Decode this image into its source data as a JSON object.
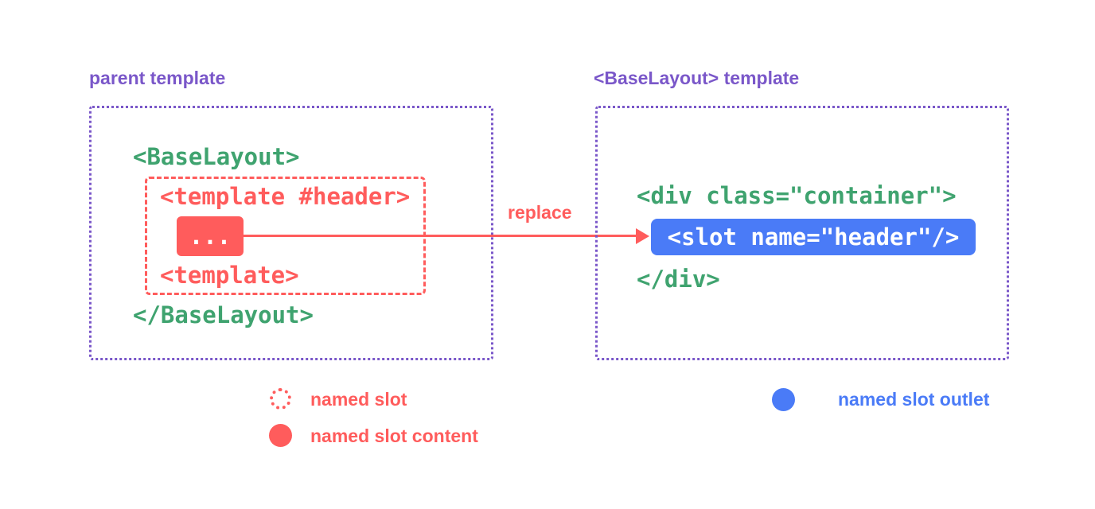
{
  "colors": {
    "purple": "#7a57c9",
    "green": "#3fa36f",
    "red": "#ff5c5c",
    "blue": "#4a7bf7",
    "white": "#ffffff"
  },
  "left_panel": {
    "title": "parent template",
    "code": {
      "open_tag": "<BaseLayout>",
      "template_open": "<template #header>",
      "slot_content": "...",
      "template_close": "<template>",
      "close_tag": "</BaseLayout>"
    }
  },
  "arrow": {
    "label": "replace"
  },
  "right_panel": {
    "title": "<BaseLayout> template",
    "code": {
      "div_open": "<div class=\"container\">",
      "slot_outlet": "<slot name=\"header\"/>",
      "div_close": "</div>"
    }
  },
  "legend": {
    "items": [
      {
        "label": "named slot",
        "marker": "dotted-red-circle"
      },
      {
        "label": "named slot content",
        "marker": "filled-red-circle"
      },
      {
        "label": "named slot outlet",
        "marker": "filled-blue-circle"
      }
    ]
  }
}
